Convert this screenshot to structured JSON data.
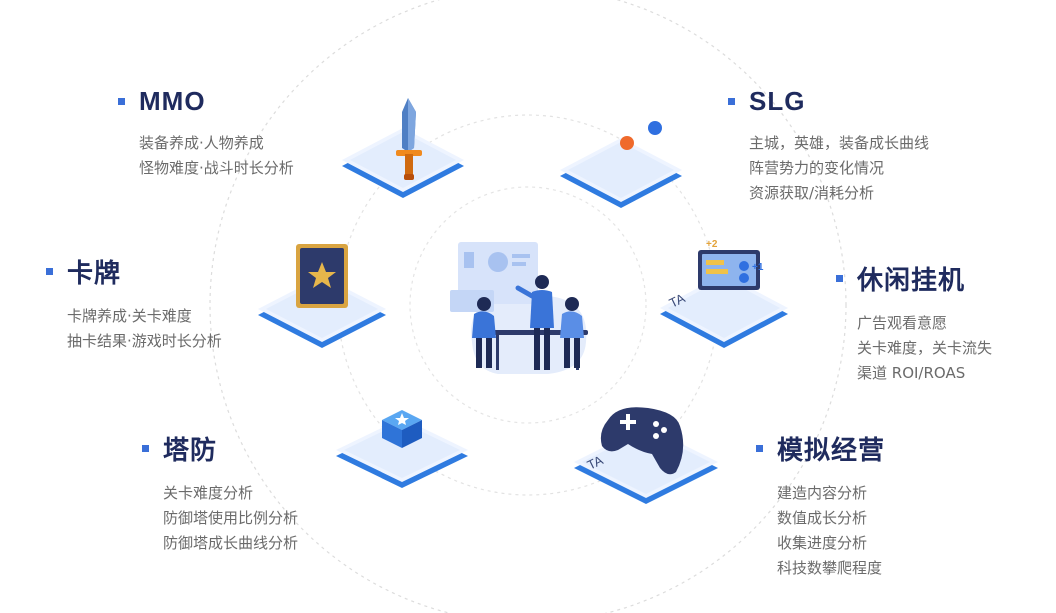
{
  "genres": [
    {
      "id": "mmo",
      "title": "MMO",
      "lines": [
        "装备养成·人物养成",
        "怪物难度·战斗时长分析"
      ]
    },
    {
      "id": "slg",
      "title": "SLG",
      "lines": [
        "主城，英雄，装备成长曲线",
        "阵营势力的变化情况",
        "资源获取/消耗分析"
      ]
    },
    {
      "id": "card",
      "title": "卡牌",
      "lines": [
        "卡牌养成·关卡难度",
        "抽卡结果·游戏时长分析"
      ]
    },
    {
      "id": "idle",
      "title": "休闲挂机",
      "lines": [
        "广告观看意愿",
        "关卡难度，关卡流失",
        "渠道 ROI/ROAS"
      ]
    },
    {
      "id": "td",
      "title": "塔防",
      "lines": [
        "关卡难度分析",
        "防御塔使用比例分析",
        "防御塔成长曲线分析"
      ]
    },
    {
      "id": "sim",
      "title": "模拟经营",
      "lines": [
        "建造内容分析",
        "数值成长分析",
        "收集进度分析",
        "科技数攀爬程度"
      ]
    }
  ],
  "tile_labels": {
    "laptop": "TA",
    "gamepad": "TA",
    "score_a": "+2",
    "score_b": "+1"
  },
  "icons": {
    "mmo": "sword-icon",
    "slg": "orbs-icon",
    "card": "star-card-icon",
    "idle": "laptop-icon",
    "td": "cube-star-icon",
    "sim": "gamepad-icon",
    "center": "team-meeting-illustration"
  },
  "colors": {
    "accent": "#3a6fd8",
    "title": "#1f2b5e",
    "text": "#6b6b6b",
    "tile_top": "#eef4ff",
    "tile_edge": "#2f7be0",
    "ring": "#d9d9d9"
  }
}
